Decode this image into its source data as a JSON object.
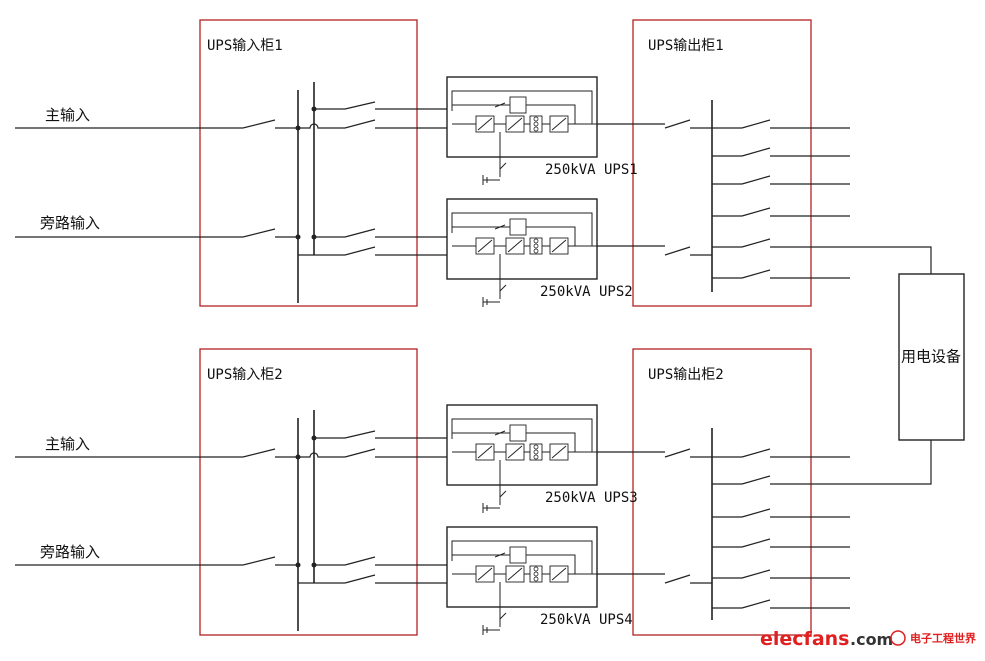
{
  "cabinets": {
    "input1": "UPS输入柜1",
    "input2": "UPS输入柜2",
    "output1": "UPS输出柜1",
    "output2": "UPS输出柜2"
  },
  "inputs": {
    "main": "主输入",
    "bypass": "旁路输入"
  },
  "ups_units": [
    "250kVA UPS1",
    "250kVA UPS2",
    "250kVA UPS3",
    "250kVA UPS4"
  ],
  "load": "用电设备",
  "watermark": {
    "brand": "elecfans",
    "domain": ".com",
    "cn": "电子工程世界"
  }
}
